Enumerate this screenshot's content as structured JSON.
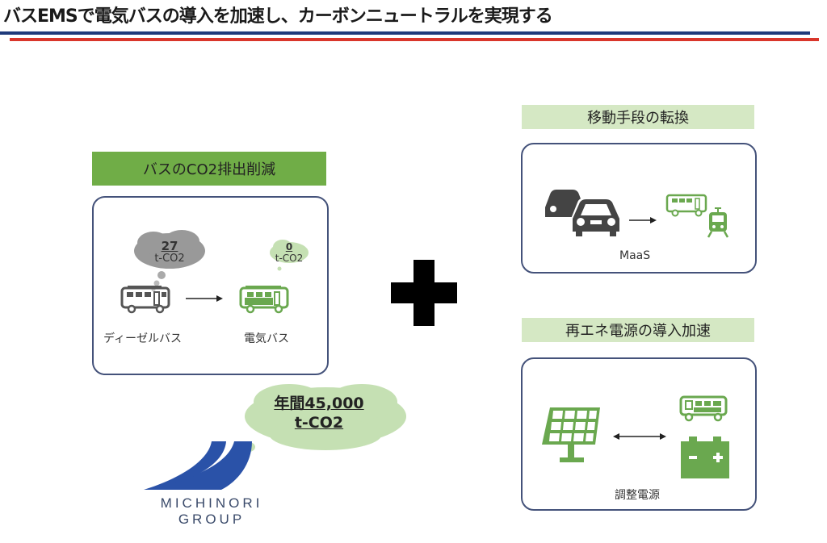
{
  "slide": {
    "title": "バスEMSで電気バスの導入を加速し、カーボンニュートラルを実現する",
    "colors": {
      "accent_blue": "#1f3a7a",
      "accent_red": "#d9362b",
      "green_dark": "#70ad47",
      "green_light": "#d5e8c4",
      "icon_green": "#6aa84f",
      "icon_gray": "#555555",
      "box_border": "#44527a"
    }
  },
  "panel_bus_co2": {
    "header": "バスのCO2排出削減",
    "diesel": {
      "value": "27",
      "unit": "t-CO2",
      "label": "ディーゼルバス",
      "icon": "bus-icon"
    },
    "electric": {
      "value": "0",
      "unit": "t-CO2",
      "label": "電気バス",
      "icon": "bus-icon"
    }
  },
  "plus_icon": "plus-icon",
  "annual_cloud": {
    "line1": "年間45,000",
    "line2": "t-CO2"
  },
  "logo": {
    "line1": "MICHINORI",
    "line2": "GROUP"
  },
  "panel_mobility": {
    "header": "移動手段の転換",
    "label": "MaaS",
    "icons": [
      "car-icon",
      "bus-icon",
      "train-icon"
    ]
  },
  "panel_renewable": {
    "header": "再エネ電源の導入加速",
    "label": "調整電源",
    "icons": [
      "solar-panel-icon",
      "bus-icon",
      "battery-icon"
    ]
  }
}
